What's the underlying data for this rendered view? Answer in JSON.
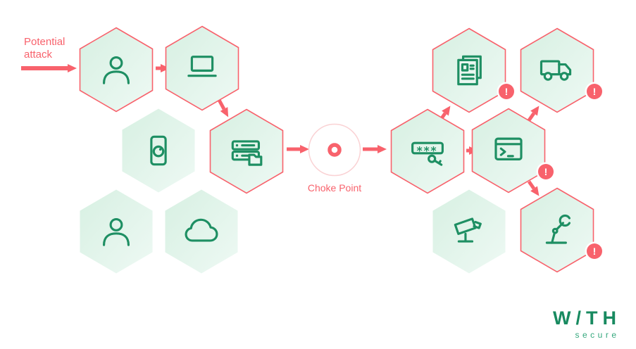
{
  "diagram": {
    "attack_label": "Potential attack",
    "choke_point_label": "Choke Point",
    "badge_glyph": "!"
  },
  "logo": {
    "word": "W/TH",
    "sub": "secure"
  },
  "colors": {
    "accent_red": "#F8626C",
    "icon_green": "#1E8F63",
    "logo_green": "#188A60",
    "logo_sub_green": "#35A87D",
    "hex_fill_top": "#D7F0E2",
    "hex_fill_bottom": "#EEF9F4"
  },
  "nodes": [
    {
      "id": "user-attacked",
      "icon": "person",
      "outlined": true,
      "alert": false
    },
    {
      "id": "laptop",
      "icon": "laptop",
      "outlined": true,
      "alert": false
    },
    {
      "id": "mobile-phone",
      "icon": "phone",
      "outlined": false,
      "alert": false
    },
    {
      "id": "server",
      "icon": "server",
      "outlined": true,
      "alert": false
    },
    {
      "id": "user-2",
      "icon": "person",
      "outlined": false,
      "alert": false
    },
    {
      "id": "cloud",
      "icon": "cloud",
      "outlined": false,
      "alert": false
    },
    {
      "id": "credentials",
      "icon": "password",
      "outlined": true,
      "alert": false
    },
    {
      "id": "terminal",
      "icon": "terminal",
      "outlined": true,
      "alert": true
    },
    {
      "id": "documents",
      "icon": "document",
      "outlined": true,
      "alert": true
    },
    {
      "id": "logistics",
      "icon": "truck",
      "outlined": true,
      "alert": true
    },
    {
      "id": "cctv",
      "icon": "cctv",
      "outlined": false,
      "alert": false
    },
    {
      "id": "robot-arm",
      "icon": "robot",
      "outlined": true,
      "alert": true
    }
  ]
}
